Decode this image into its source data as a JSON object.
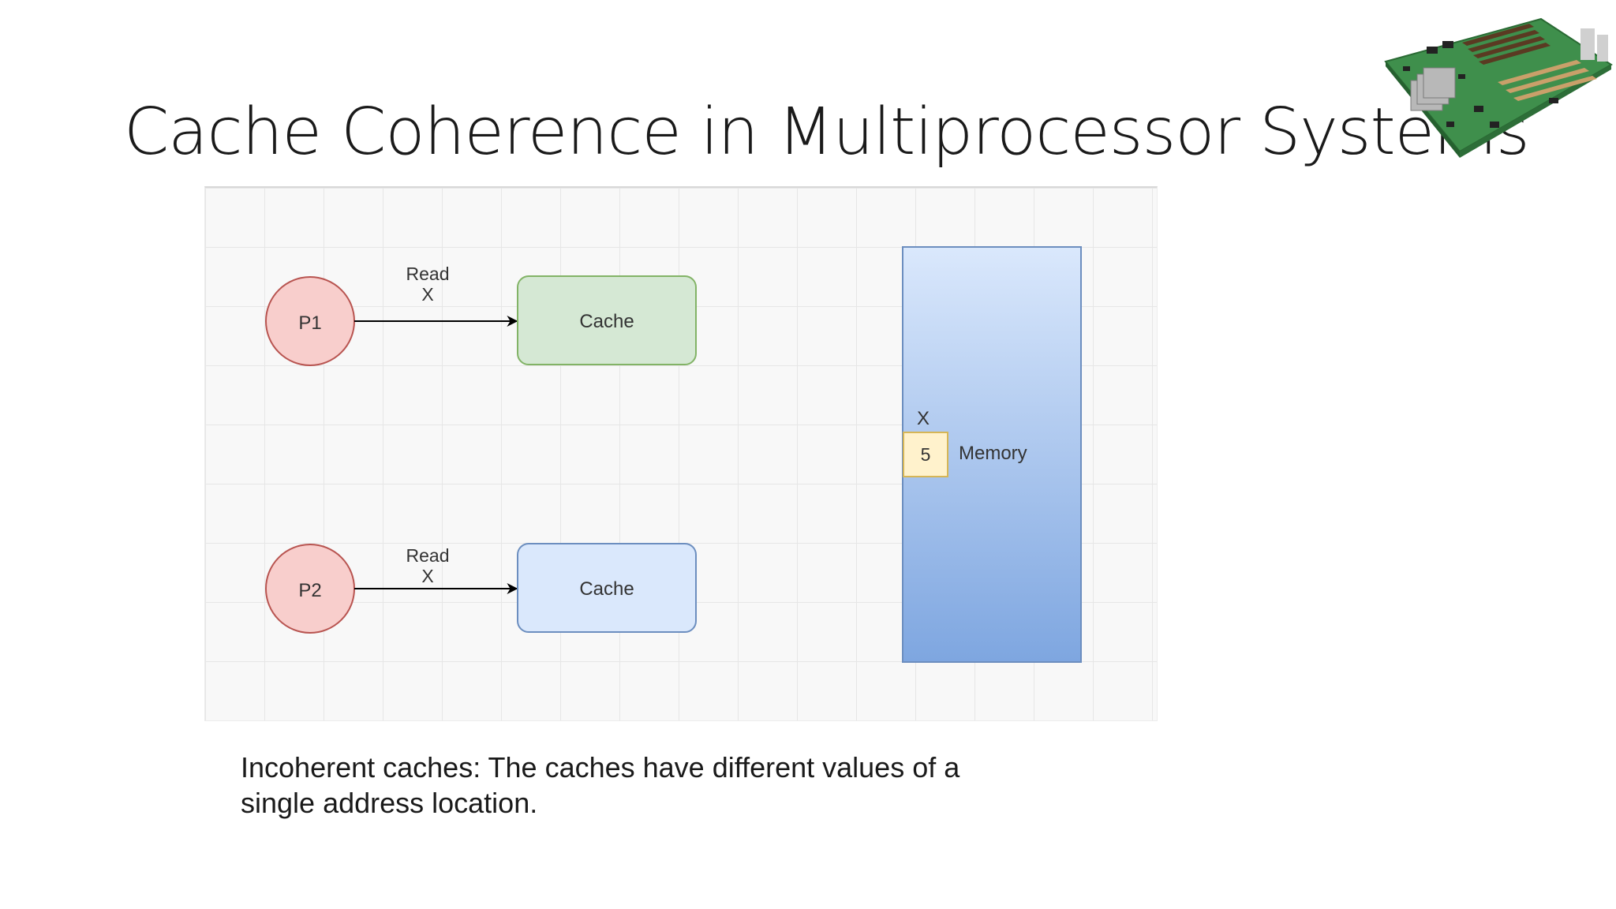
{
  "slide": {
    "title": "Cache Coherence in Multiprocessor Systems",
    "caption_line1": "Incoherent caches: The caches have different values of a",
    "caption_line2": "single address location.",
    "decoration_icon": "circuit-board-icon"
  },
  "diagram": {
    "processors": [
      {
        "label": "P1",
        "color": "#f8cecc"
      },
      {
        "label": "P2",
        "color": "#f8cecc"
      }
    ],
    "edges": [
      {
        "label_line1": "Read",
        "label_line2": "X"
      },
      {
        "label_line1": "Read",
        "label_line2": "X"
      }
    ],
    "caches": [
      {
        "label": "Cache",
        "fill": "#d5e8d4",
        "stroke": "#82b366"
      },
      {
        "label": "Cache",
        "fill": "#dae8fc",
        "stroke": "#6c8ebf"
      }
    ],
    "memory": {
      "label": "Memory",
      "fill_top": "#dae8fc",
      "fill_bottom": "#7ea6e0",
      "cell_label": "X",
      "cell_value": "5",
      "cell_fill": "#fff2cc"
    }
  }
}
